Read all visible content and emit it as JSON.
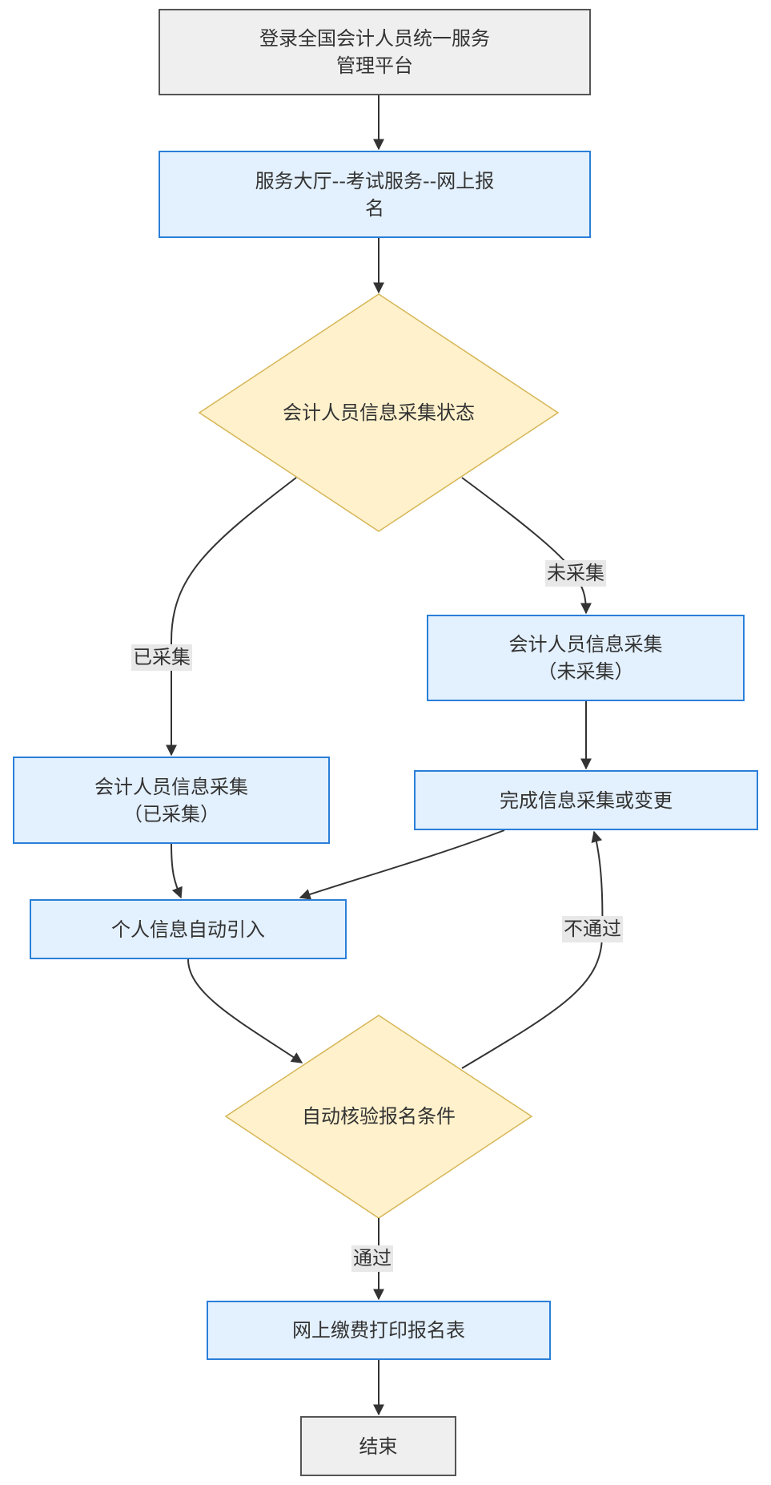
{
  "diagram": {
    "type": "flowchart",
    "nodes": {
      "login": {
        "label": "登录全国会计人员统一服务管理平台",
        "lines": [
          "登录全国会计人员统一服务",
          "管理平台"
        ],
        "shape": "terminal"
      },
      "hall": {
        "label": "服务大厅--考试服务--网上报名",
        "lines": [
          "服务大厅--考试服务--网上报",
          "名"
        ],
        "shape": "process"
      },
      "status": {
        "label": "会计人员信息采集状态",
        "shape": "decision"
      },
      "collected": {
        "label": "会计人员信息采集（已采集）",
        "lines": [
          "会计人员信息采集",
          "（已采集）"
        ],
        "shape": "process"
      },
      "not_collected": {
        "label": "会计人员信息采集（未采集）",
        "lines": [
          "会计人员信息采集",
          "（未采集）"
        ],
        "shape": "process"
      },
      "complete": {
        "label": "完成信息采集或变更",
        "shape": "process"
      },
      "auto_import": {
        "label": "个人信息自动引入",
        "shape": "process"
      },
      "verify": {
        "label": "自动核验报名条件",
        "shape": "decision"
      },
      "pay": {
        "label": "网上缴费打印报名表",
        "shape": "process"
      },
      "end": {
        "label": "结束",
        "shape": "terminal"
      }
    },
    "edges": [
      {
        "from": "login",
        "to": "hall",
        "label": ""
      },
      {
        "from": "hall",
        "to": "status",
        "label": ""
      },
      {
        "from": "status",
        "to": "collected",
        "label": "已采集"
      },
      {
        "from": "status",
        "to": "not_collected",
        "label": "未采集"
      },
      {
        "from": "not_collected",
        "to": "complete",
        "label": ""
      },
      {
        "from": "collected",
        "to": "auto_import",
        "label": ""
      },
      {
        "from": "complete",
        "to": "auto_import",
        "label": ""
      },
      {
        "from": "auto_import",
        "to": "verify",
        "label": ""
      },
      {
        "from": "verify",
        "to": "complete",
        "label": "不通过"
      },
      {
        "from": "verify",
        "to": "pay",
        "label": "通过"
      },
      {
        "from": "pay",
        "to": "end",
        "label": ""
      }
    ]
  },
  "colors": {
    "terminal_fill": "#efefef",
    "terminal_stroke": "#555555",
    "process_fill": "#e3f0fd",
    "process_stroke": "#2a7fd9",
    "decision_fill": "#fff1cc",
    "decision_stroke": "#d6b656",
    "edge": "#333333",
    "label_bg": "#e8e8e8"
  }
}
